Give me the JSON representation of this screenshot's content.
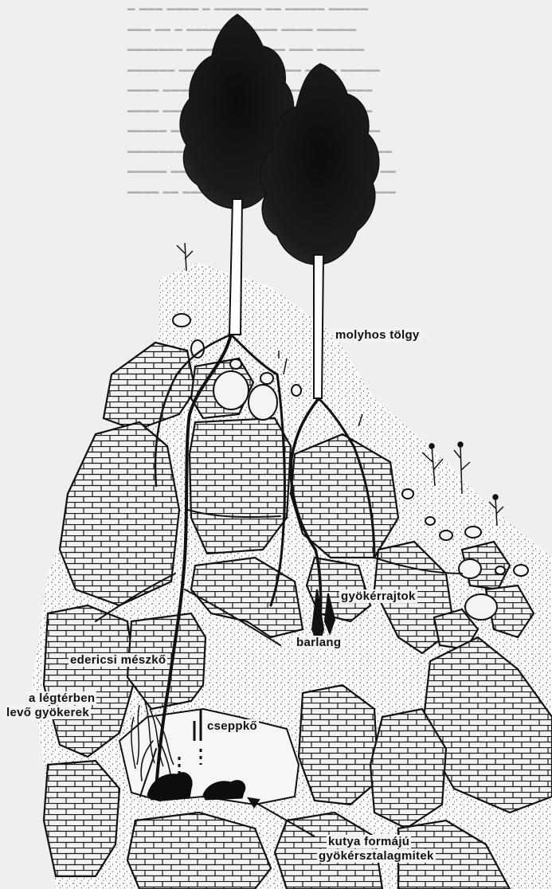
{
  "labels": {
    "molyhos": "molyhos tölgy",
    "gyokerrajtok": "gyökérrajtok",
    "barlang": "barlang",
    "edericsi": "edericsi mészkő",
    "legter_1": "a légtérben",
    "legter_2": "levő gyökerek",
    "cseppko": "cseppkő",
    "kutya_1": "kutya formájú",
    "kutya_2": "gyökérsztalagmitek"
  },
  "colors": {
    "ink": "#141414",
    "paper": "#efefef",
    "stipple": "#ffffff"
  }
}
